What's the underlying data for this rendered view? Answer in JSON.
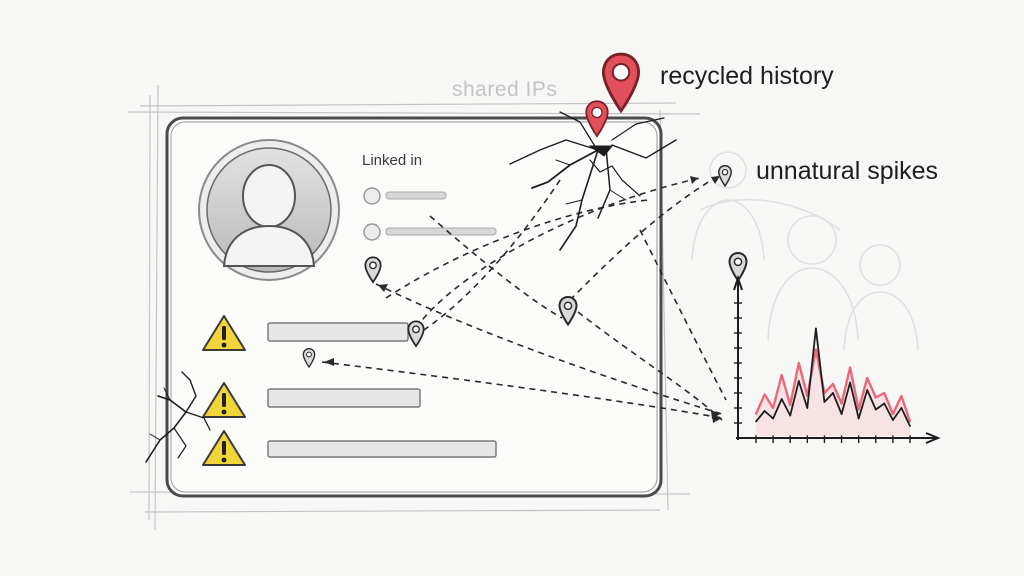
{
  "labels": {
    "shared_ips": "shared IPs",
    "recycled_history": "recycled history",
    "unnatural_spikes": "unnatural spikes",
    "profile_source": "Linked in"
  },
  "icons": {
    "warning": "warning-triangle-icon",
    "pin": "location-pin-icon",
    "avatar": "person-silhouette-icon",
    "crack": "crack-icon"
  },
  "colors": {
    "pin_red": "#e2505d",
    "warning_yellow": "#f2d43b",
    "ink": "#222222",
    "spike_pink": "#e86a7a"
  },
  "chart_data": {
    "type": "line",
    "title": "",
    "xlabel": "",
    "ylabel": "",
    "grid": false,
    "ylim": [
      0,
      10
    ],
    "x": [
      1,
      2,
      3,
      4,
      5,
      6,
      7,
      8,
      9,
      10,
      11,
      12,
      13,
      14,
      15,
      16,
      17,
      18,
      19
    ],
    "series": [
      {
        "values": [
          1.2,
          2.5,
          1.6,
          3.8,
          1.8,
          4.6,
          2.4,
          5.5,
          2.6,
          3.2,
          1.9,
          4.3,
          1.5,
          3.6,
          2.3,
          2.6,
          1.2,
          2.4,
          0.7
        ]
      },
      {
        "values": [
          0.7,
          1.4,
          0.9,
          2.2,
          1.1,
          3.4,
          1.6,
          6.9,
          2.0,
          2.6,
          1.2,
          3.3,
          0.9,
          2.8,
          1.5,
          1.9,
          0.8,
          1.6,
          0.4
        ]
      }
    ]
  }
}
